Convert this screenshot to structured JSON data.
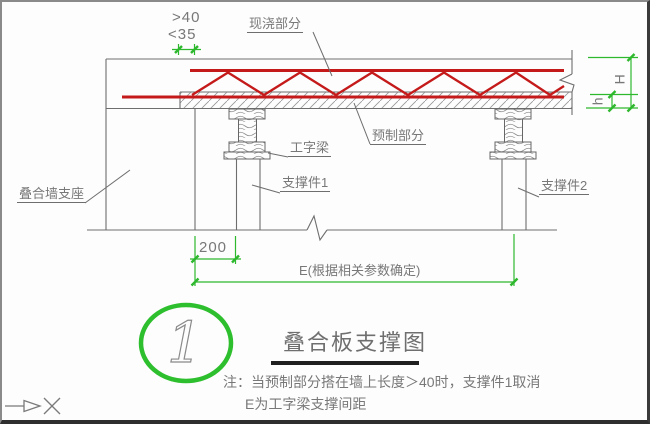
{
  "drawing": {
    "detail": {
      "number": "1",
      "title": "叠合板支撑图"
    },
    "labels": {
      "cast_in_place": "现浇部分",
      "precast": "预制部分",
      "i_beam": "工字梁",
      "support1": "支撑件1",
      "support2": "支撑件2",
      "wall_support": "叠合墙支座"
    },
    "dimensions": {
      "top_upper": ">40",
      "top_lower": "<35",
      "bearing_200": "200",
      "spacing_E": "E(根据相关参数确定)",
      "height_total": "H",
      "height_precast": "h"
    },
    "notes": {
      "line1": "注：当预制部分搭在墙上长度＞40时，支撑件1取消",
      "line2": "E为工字梁支撑间距"
    },
    "colors": {
      "line_gray": "#6e6e6e",
      "text_gray": "#787878",
      "truss_red": "#c41a1a",
      "dimension_green": "#2eb82e",
      "circle_green": "#2dbf2d",
      "title_underline": "#1f1f1f"
    },
    "icons": {
      "ucs": "ucs-arrow-and-x"
    }
  }
}
